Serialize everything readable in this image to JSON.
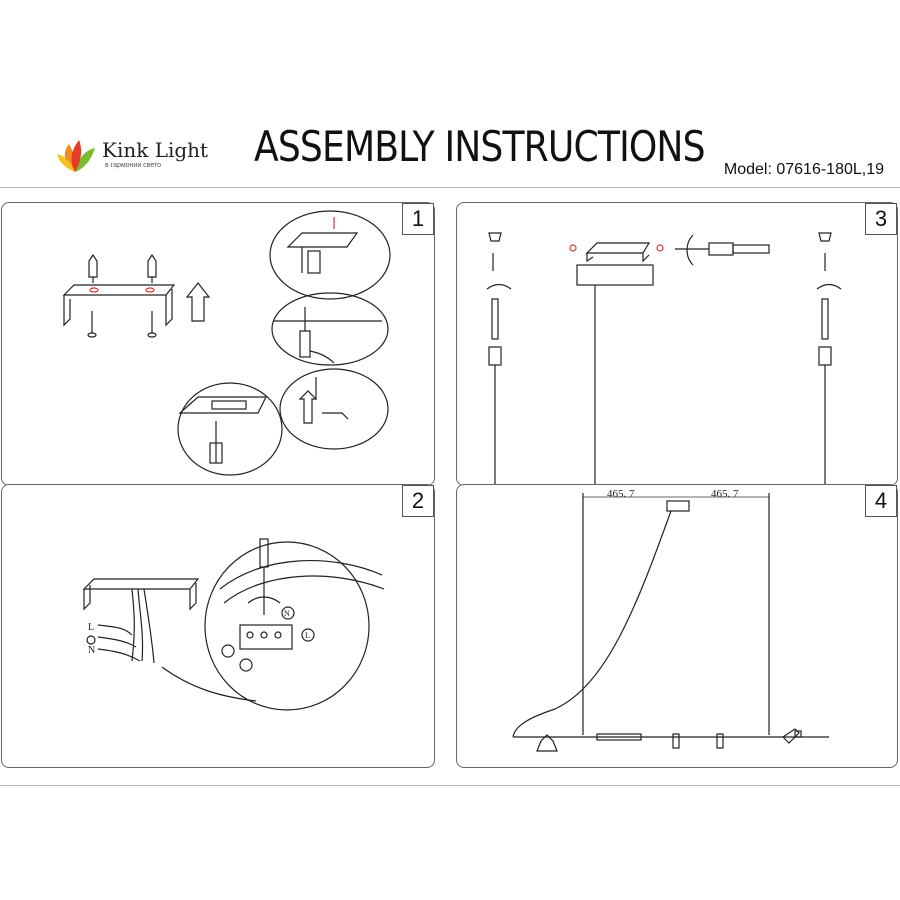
{
  "brand": {
    "name": "Kink Light",
    "tagline": "в гармонии свето"
  },
  "header": {
    "title": "ASSEMBLY INSTRUCTIONS",
    "model": "Model: 07616-180L,19"
  },
  "steps": [
    {
      "number": "1"
    },
    {
      "number": "2",
      "wires": [
        "L",
        "",
        "N"
      ],
      "terminal_labels": [
        "N",
        "L"
      ]
    },
    {
      "number": "3"
    },
    {
      "number": "4",
      "dimensions": [
        "465. 7",
        "465. 7"
      ]
    }
  ],
  "colors": {
    "line": "#222222",
    "frame": "#666666"
  }
}
